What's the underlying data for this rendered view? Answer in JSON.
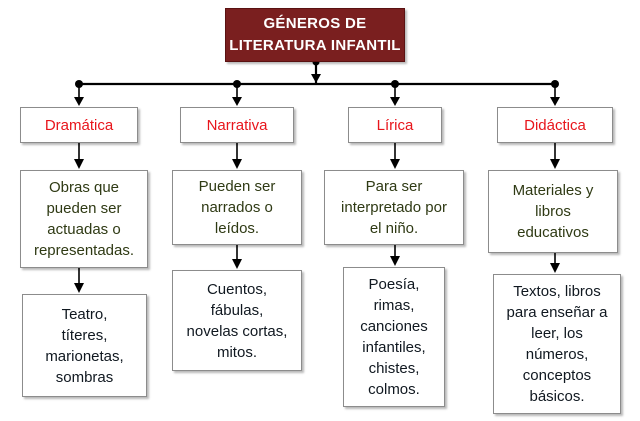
{
  "title": "GÉNEROS DE\nLITERATURA  INFANTIL",
  "colors": {
    "title_bg": "#7a1f1f",
    "genre_text": "#e8151b",
    "desc_text": "#2f3a14",
    "examples_text": "#101820",
    "connector": "#000000"
  },
  "genres": [
    {
      "name": "Dramática",
      "description": "Obras que\npueden ser\nactuadas o\nrepresentadas.",
      "examples": "Teatro,\ntíteres,\nmarionetas,\nsombras"
    },
    {
      "name": "Narrativa",
      "description": "Pueden ser\nnarrados o\nleídos.",
      "examples": "Cuentos,\nfábulas,\nnovelas cortas,\nmitos."
    },
    {
      "name": "Lírica",
      "description": "Para ser\ninterpretado  por\nel niño.",
      "examples": "Poesía,\nrimas,\ncanciones\ninfantiles,\nchistes,\ncolmos."
    },
    {
      "name": "Didáctica",
      "description": "Materiales y\nlibros\neducativos",
      "examples": "Textos, libros\npara enseñar a\nleer, los\nnúmeros,\nconceptos\nbásicos."
    }
  ]
}
